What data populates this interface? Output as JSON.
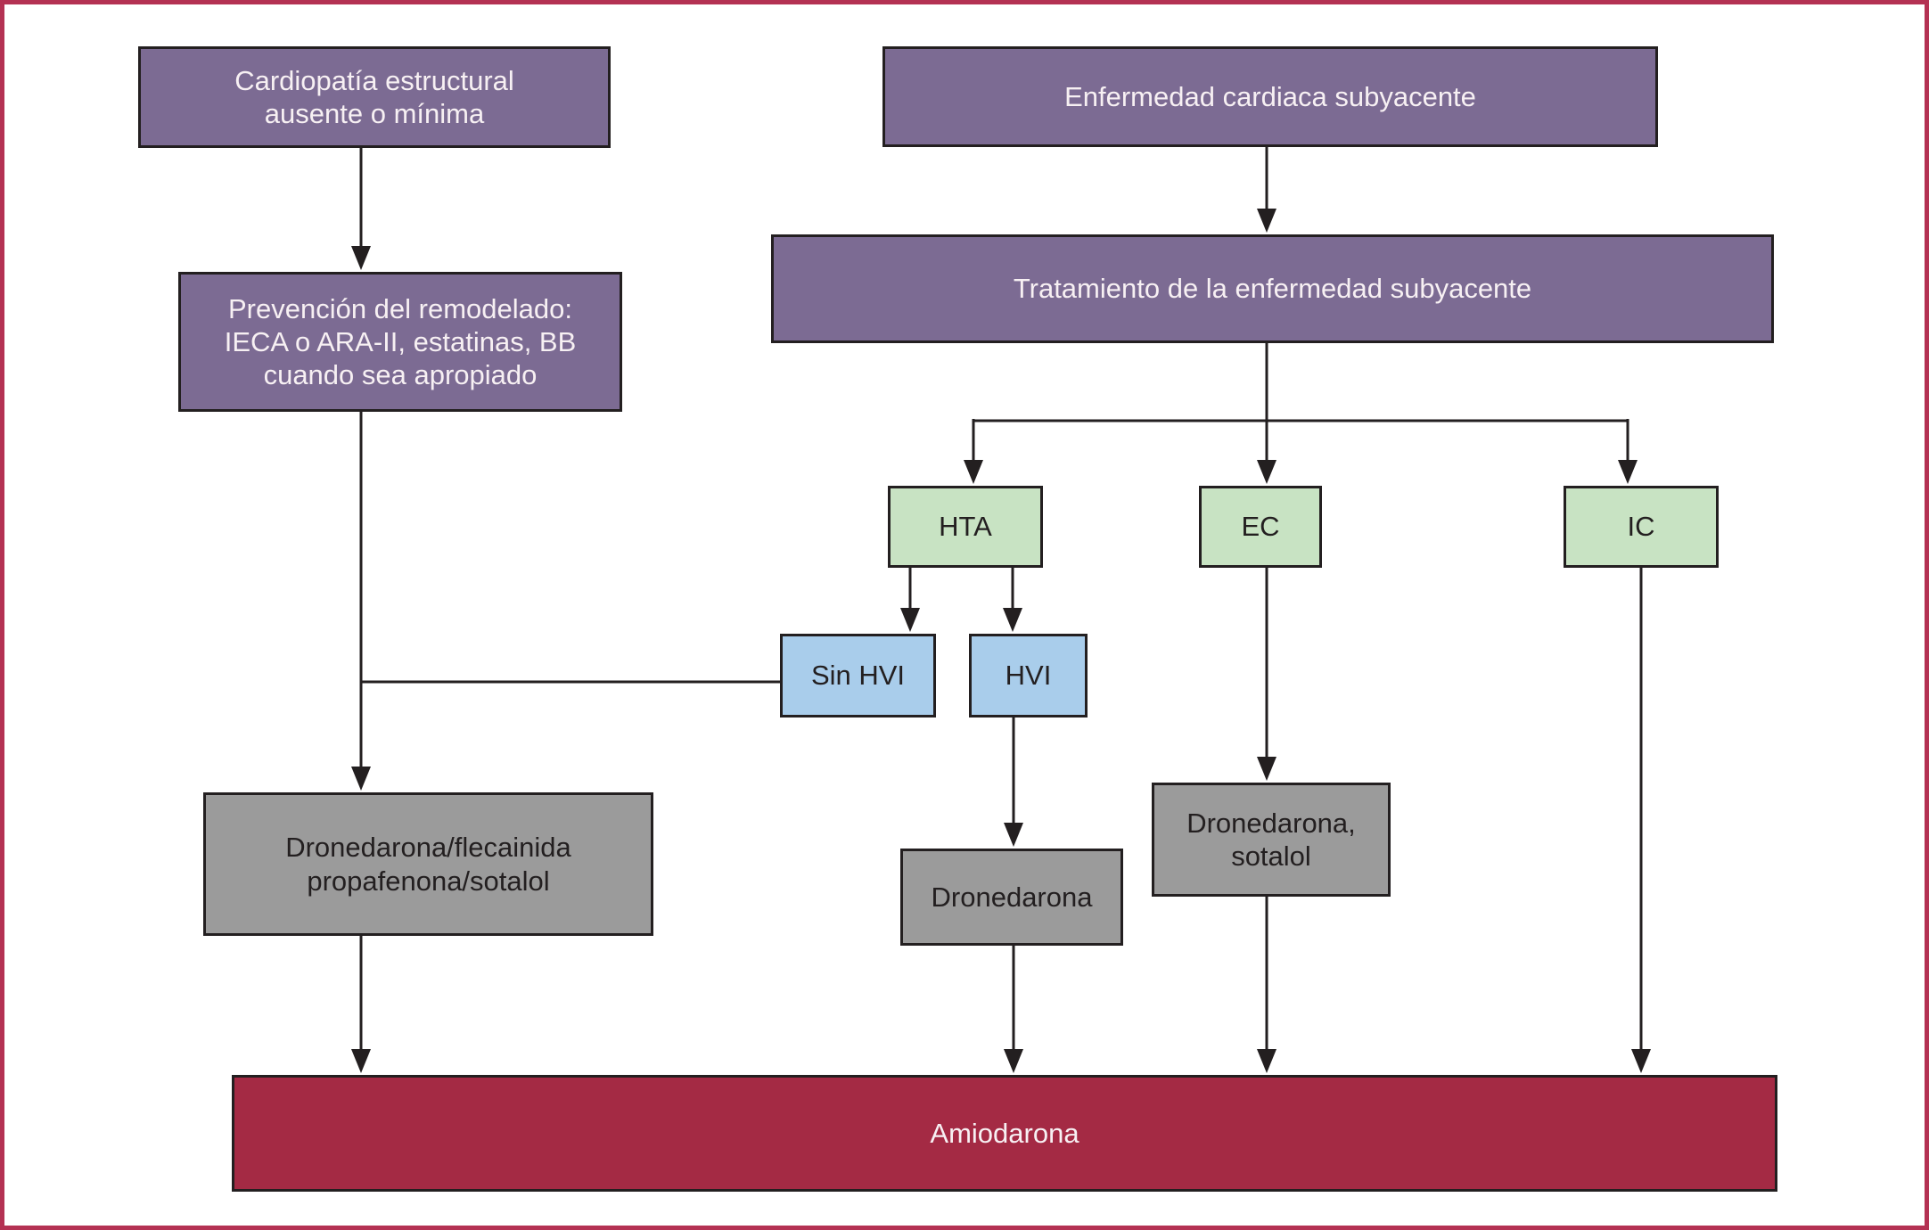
{
  "colors": {
    "frame": "#b43253",
    "line": "#231f20",
    "purple": "#7c6b93",
    "green": "#c8e3c3",
    "blue": "#a9cdeb",
    "gray": "#9b9b9b",
    "red": "#a42a44",
    "text-light": "#f7f0f3",
    "text-dark": "#231f20",
    "background": "#ffffff"
  },
  "nodes": {
    "cardiopatia": {
      "label": "Cardiopatía estructural\nausente o mínima"
    },
    "enfermedad": {
      "label": "Enfermedad cardiaca subyacente"
    },
    "prevencion": {
      "label": "Prevención del remodelado:\nIECA o ARA-II, estatinas, BB\ncuando sea apropiado"
    },
    "tratamiento": {
      "label": "Tratamiento de la enfermedad subyacente"
    },
    "hta": {
      "label": "HTA"
    },
    "ec": {
      "label": "EC"
    },
    "ic": {
      "label": "IC"
    },
    "sin_hvi": {
      "label": "Sin HVI"
    },
    "hvi": {
      "label": "HVI"
    },
    "dronedarona_flecainida": {
      "label": "Dronedarona/flecainida\npropafenona/sotalol"
    },
    "dronedarona": {
      "label": "Dronedarona"
    },
    "dronedarona_sotalol": {
      "label": "Dronedarona,\nsotalol"
    },
    "amiodarona": {
      "label": "Amiodarona"
    }
  }
}
